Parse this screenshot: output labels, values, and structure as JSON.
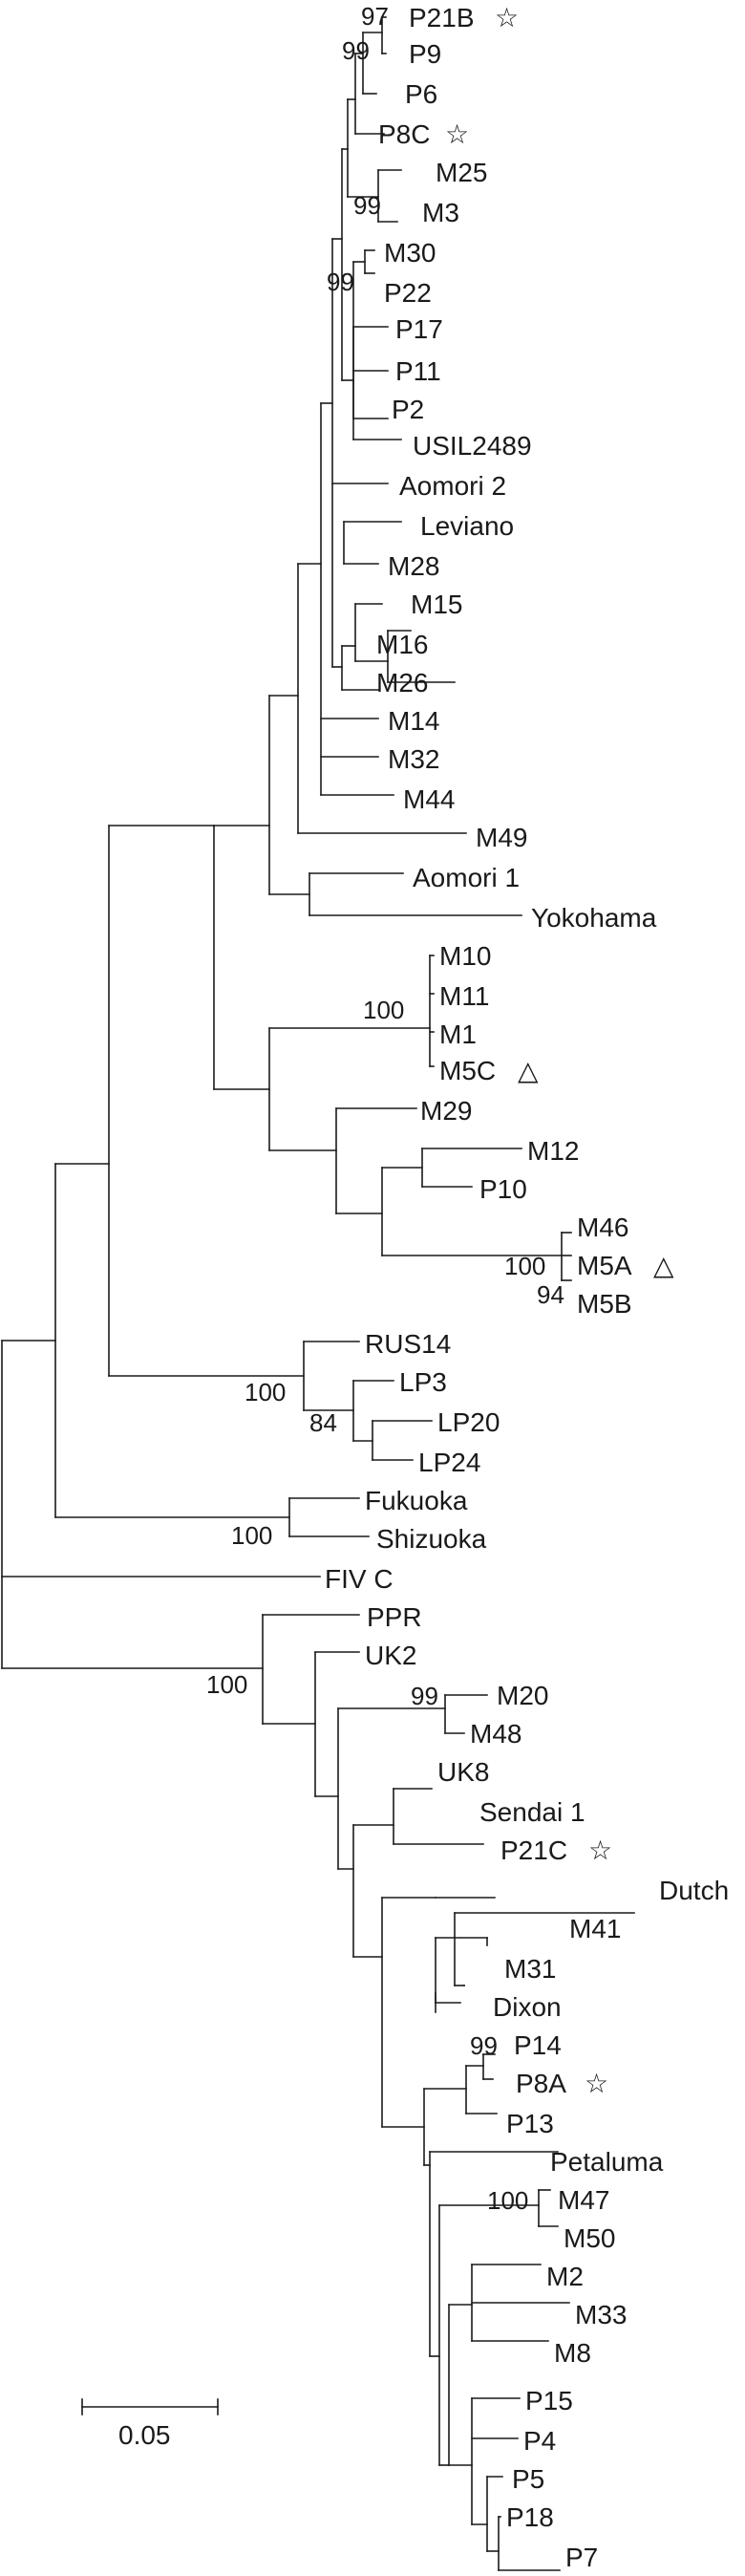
{
  "tree": {
    "support_values": [
      "97",
      "99",
      "99",
      "99",
      "100",
      "100",
      "94",
      "100",
      "84",
      "100",
      "100",
      "99",
      "99",
      "100"
    ],
    "scale_bar": {
      "value": 0.05,
      "label": "0.05"
    },
    "markers": {
      "star": "☆",
      "triangle": "△"
    },
    "leaves": [
      {
        "label": "P21B",
        "marker": "star"
      },
      {
        "label": "P9"
      },
      {
        "label": "P6"
      },
      {
        "label": "P8C",
        "marker": "star"
      },
      {
        "label": "M25"
      },
      {
        "label": "M3"
      },
      {
        "label": "M30"
      },
      {
        "label": "P22"
      },
      {
        "label": "P17"
      },
      {
        "label": "P11"
      },
      {
        "label": "P2"
      },
      {
        "label": "USIL2489"
      },
      {
        "label": "Aomori 2"
      },
      {
        "label": "Leviano"
      },
      {
        "label": "M28"
      },
      {
        "label": "M15"
      },
      {
        "label": "M16"
      },
      {
        "label": "M26"
      },
      {
        "label": "M14"
      },
      {
        "label": "M32"
      },
      {
        "label": "M44"
      },
      {
        "label": "M49"
      },
      {
        "label": "Aomori 1"
      },
      {
        "label": "Yokohama"
      },
      {
        "label": "M10"
      },
      {
        "label": "M11"
      },
      {
        "label": "M1"
      },
      {
        "label": "M5C",
        "marker": "triangle"
      },
      {
        "label": "M29"
      },
      {
        "label": "M12"
      },
      {
        "label": "P10"
      },
      {
        "label": "M46"
      },
      {
        "label": "M5A",
        "marker": "triangle"
      },
      {
        "label": "M5B"
      },
      {
        "label": "RUS14"
      },
      {
        "label": "LP3"
      },
      {
        "label": "LP20"
      },
      {
        "label": "LP24"
      },
      {
        "label": "Fukuoka"
      },
      {
        "label": "Shizuoka"
      },
      {
        "label": "FIV C"
      },
      {
        "label": "PPR"
      },
      {
        "label": "UK2"
      },
      {
        "label": "M20"
      },
      {
        "label": "M48"
      },
      {
        "label": "UK8"
      },
      {
        "label": "Sendai 1"
      },
      {
        "label": "P21C",
        "marker": "star"
      },
      {
        "label": "Dutch"
      },
      {
        "label": "M41"
      },
      {
        "label": "M31"
      },
      {
        "label": "Dixon"
      },
      {
        "label": "P14"
      },
      {
        "label": "P8A",
        "marker": "star"
      },
      {
        "label": "P13"
      },
      {
        "label": "Petaluma"
      },
      {
        "label": "M47"
      },
      {
        "label": "M50"
      },
      {
        "label": "M2"
      },
      {
        "label": "M33"
      },
      {
        "label": "M8"
      },
      {
        "label": "P15"
      },
      {
        "label": "P4"
      },
      {
        "label": "P5"
      },
      {
        "label": "P18"
      },
      {
        "label": "P7"
      }
    ]
  }
}
